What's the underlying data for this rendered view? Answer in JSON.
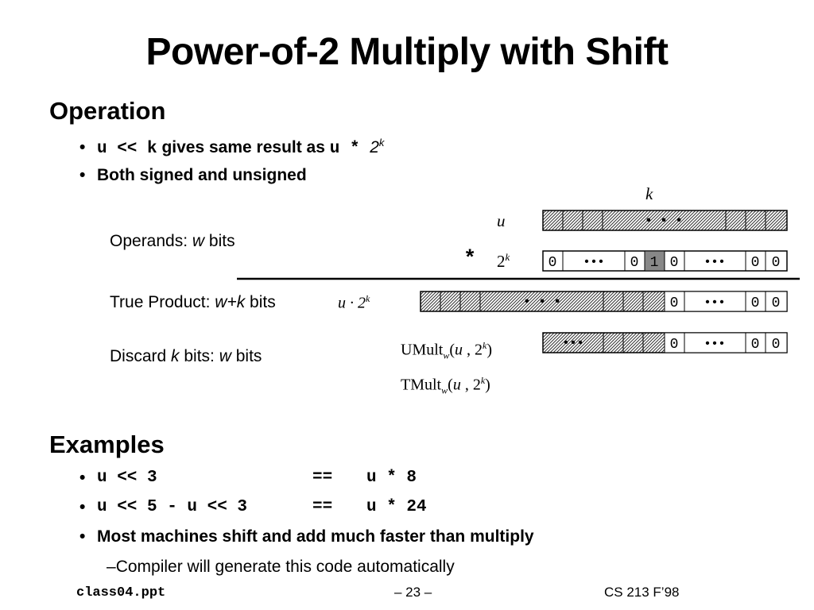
{
  "title": "Power-of-2 Multiply with Shift",
  "operation": {
    "heading": "Operation",
    "bullet1": {
      "code1": "u << k",
      "text": " gives same result as ",
      "code2": "u * ",
      "base": "2",
      "exp": "k"
    },
    "bullet2": "Both signed and unsigned"
  },
  "diagram": {
    "k_label": "k",
    "u_label": "u",
    "star": "*",
    "two": "2",
    "k_sup": "k",
    "operands_label": "Operands: ",
    "operands_w": "w",
    "operands_bits": " bits",
    "true_product_label": "True Product: ",
    "true_product_wk": "w+k",
    "true_product_bits": "  bits",
    "u_dot_2k": "u · 2",
    "discard_label": "Discard ",
    "discard_k": "k",
    "discard_rest": "  bits: ",
    "discard_w": "w",
    "discard_bits": " bits",
    "umult": "UMult",
    "tmult": "TMult",
    "sub_w": "w",
    "args_open": "(",
    "args_u": "u",
    "args_mid": " , 2",
    "args_k": "k",
    "args_close": ")",
    "zero": "0",
    "one": "1",
    "dots3": "• • •",
    "dots_bullets": "•••"
  },
  "examples": {
    "heading": "Examples",
    "ex1": {
      "left": "u << 3",
      "op": "==",
      "right": "u * 8"
    },
    "ex2": {
      "left": "u << 5 - u << 3",
      "op": "==",
      "right": "u * 24"
    },
    "bullet3": "Most machines shift and add much faster than multiply",
    "sub_bullet": "Compiler will generate this code automatically",
    "dash": "–"
  },
  "footer": {
    "left": "class04.ppt",
    "center": "– 23 –",
    "right": "CS 213 F’98"
  },
  "bullet_char": "•"
}
